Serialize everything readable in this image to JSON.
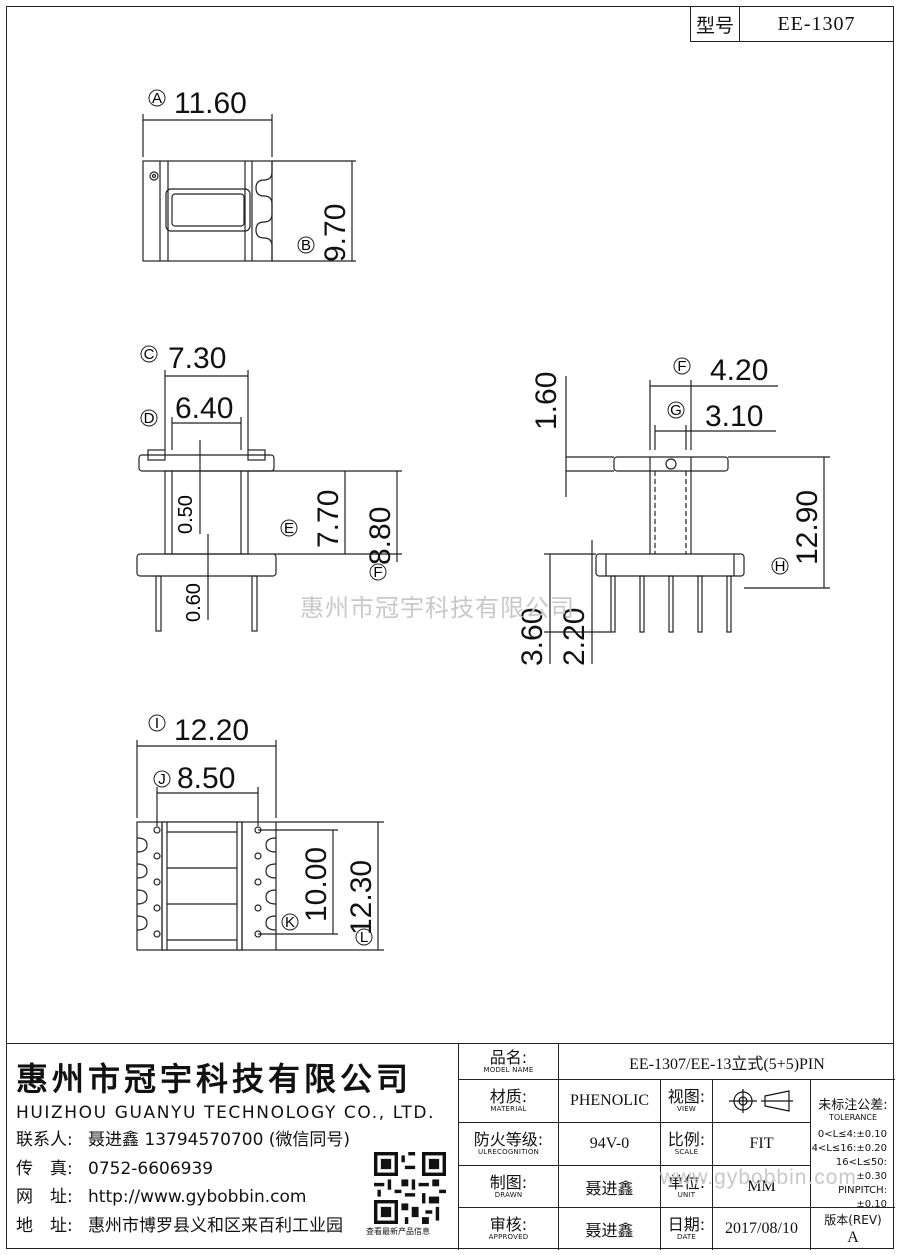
{
  "model_box": {
    "label": "型号",
    "value": "EE-1307"
  },
  "dims": {
    "A": "A",
    "A_val": "11.60",
    "B": "B",
    "B_val": "9.70",
    "C": "C",
    "C_val": "7.30",
    "D": "D",
    "D_val": "6.40",
    "E": "E",
    "E_val": "7.70",
    "F": "F",
    "F_val": "8.80",
    "small1": "0.50",
    "small2": "0.60",
    "F2": "F",
    "F2_val": "4.20",
    "G": "G",
    "G_val": "3.10",
    "side_h": "1.60",
    "H": "H",
    "H_val": "12.90",
    "pin1": "3.60",
    "pin2": "2.20",
    "I": "I",
    "I_val": "12.20",
    "J": "J",
    "J_val": "8.50",
    "K": "K",
    "K_val": "10.00",
    "L": "L",
    "L_val": "12.30"
  },
  "watermark": "惠州市冠宇科技有限公司",
  "watermark_url": "www.gybobbin.com",
  "company": {
    "name": "惠州市冠宇科技有限公司",
    "name_en": "HUIZHOU GUANYU TECHNOLOGY CO., LTD.",
    "contacts": [
      {
        "k": "联系人:",
        "v": "聂进鑫 13794570700 (微信同号)"
      },
      {
        "k": "传　真:",
        "v": "0752-6606939"
      },
      {
        "k": "网　址:",
        "v": "http://www.gybobbin.com"
      },
      {
        "k": "地　址:",
        "v": "惠州市博罗县义和区来百利工业园"
      }
    ],
    "qr_caption": "查看最新产品信息"
  },
  "title_block": {
    "product_name_zh": "品名:",
    "product_name_en": "MODEL NAME",
    "product_name": "EE-1307/EE-13立式(5+5)PIN",
    "material_zh": "材质:",
    "material_en": "MATERIAL",
    "material": "PHENOLIC",
    "view_zh": "视图:",
    "view_en": "VIEW",
    "tol_zh": "未标注公差:",
    "tol_en": "TOLERANCE",
    "tol_lines": [
      "0<L≤4:±0.10",
      "4<L≤16:±0.20",
      "16<L≤50:±0.30",
      "PINPITCH:±0.10"
    ],
    "fire_zh": "防火等级:",
    "fire_en": "ULRECOGNITION",
    "fire": "94V-0",
    "scale_zh": "比例:",
    "scale_en": "SCALE",
    "scale": "FIT",
    "drawn_zh": "制图:",
    "drawn_en": "DRAWN",
    "drawn": "聂进鑫",
    "unit_zh": "单位:",
    "unit_en": "UNIT",
    "unit": "MM",
    "appr_zh": "审核:",
    "appr_en": "APPROVED",
    "appr": "聂进鑫",
    "date_zh": "日期:",
    "date_en": "DATE",
    "date": "2017/08/10",
    "rev_zh": "版本(REV)",
    "rev": "A"
  }
}
